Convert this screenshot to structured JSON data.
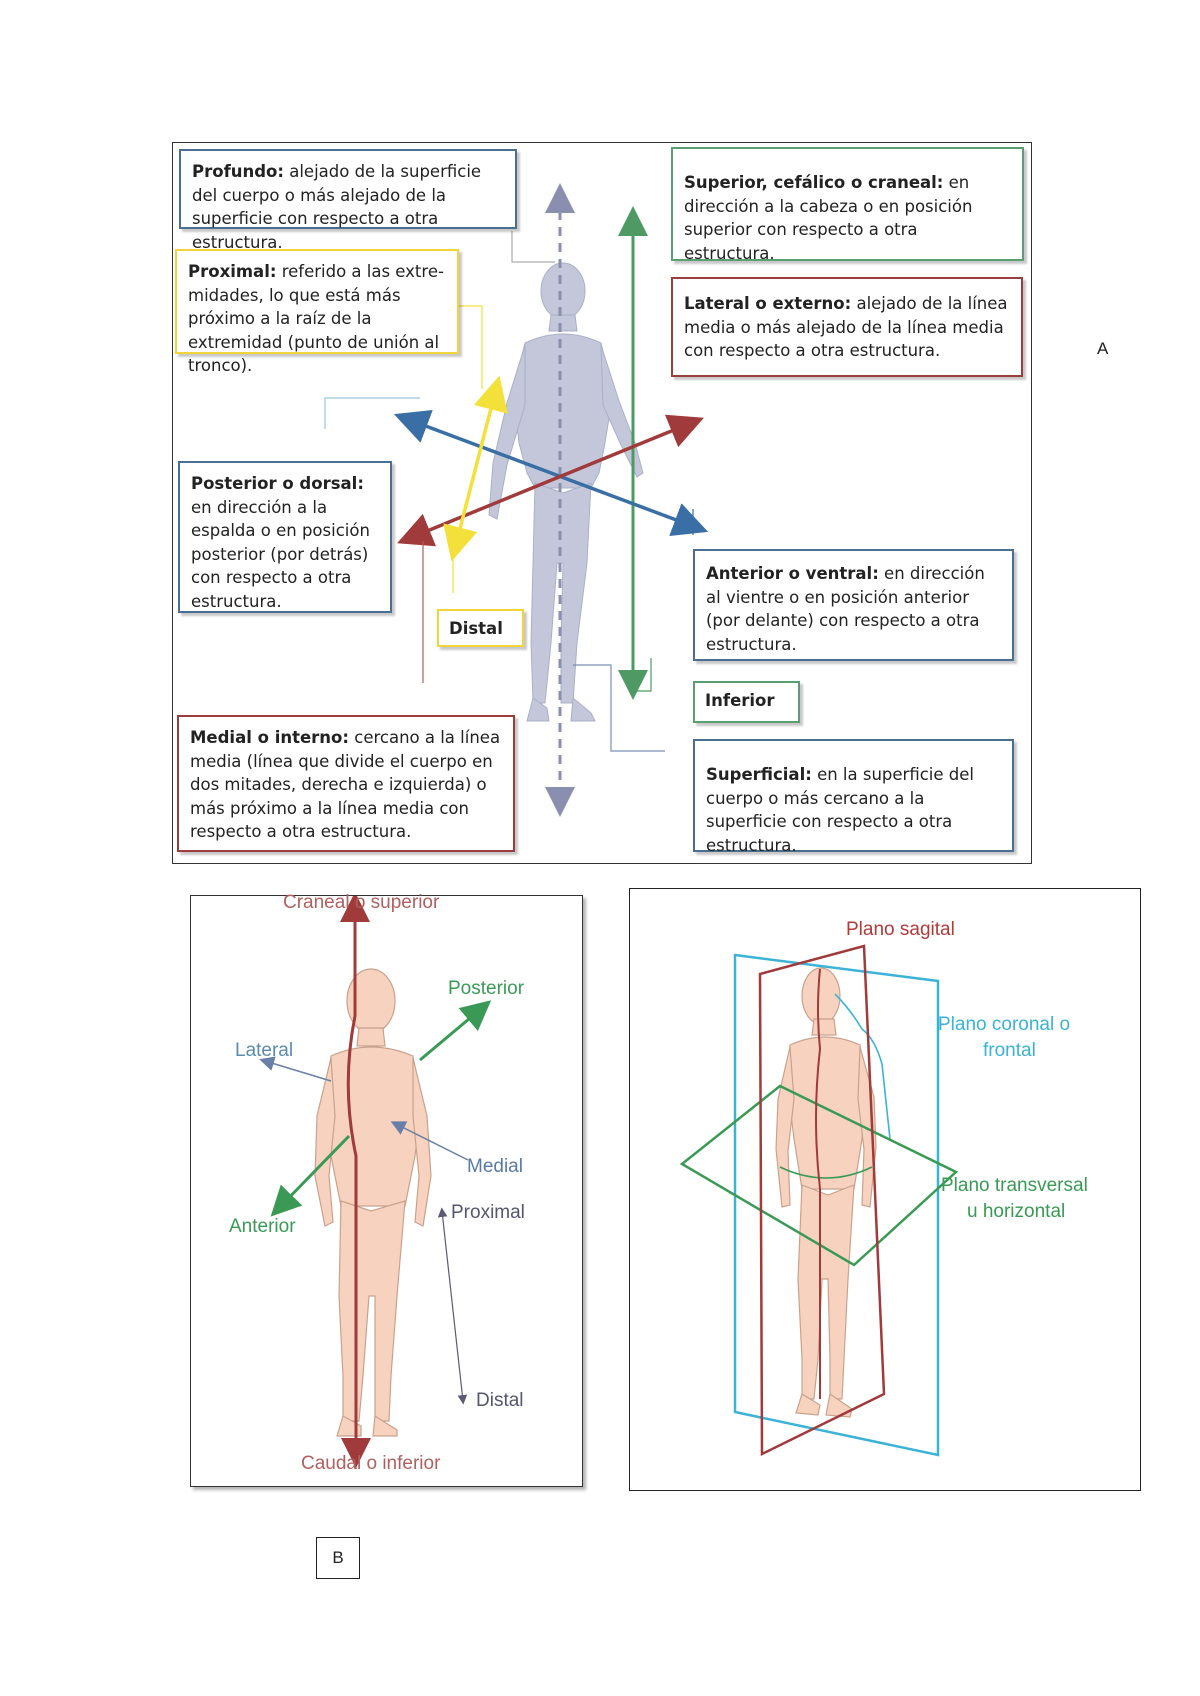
{
  "panel_a": {
    "labels": {
      "profundo": {
        "term": "Profundo:",
        "text": " alejado de la superficie del cuerpo o más alejado de la superficie con respecto a otra estructura."
      },
      "proximal": {
        "term": "Proximal:",
        "text": " referido a las extre­midades, lo que está más próxi­mo a la raíz de la extremidad (punto de unión al tronco)."
      },
      "posterior": {
        "term": "Posterior o dorsal:",
        "text": " en dirección a la espalda o en posición posterior (por detrás) con respecto a otra estructura."
      },
      "distal": {
        "term": "Distal"
      },
      "medial": {
        "term": "Medial o interno:",
        "text": " cercano a la línea media (línea que divide el cuerpo en dos mitades, derecha e izquierda) o más próximo a la línea media con respecto a otra estructura."
      },
      "superior": {
        "term": "Superior, cefálico o craneal:",
        "text": " en dirección a la cabeza o en posición superior con respecto a otra estructura."
      },
      "lateral": {
        "term": "Lateral o externo:",
        "text": " alejado de la línea media o más alejado de la línea media con respecto a otra estructura."
      },
      "anterior": {
        "term": "Anterior o ventral:",
        "text": " en dirección al vientre o en posición anterior (por delante) con respecto a otra estructura."
      },
      "inferior": {
        "term": "Inferior"
      },
      "superficial": {
        "term": "Superficial:",
        "text": " en la superficie del cuerpo o más cercano a la superficie con respecto a otra estructura."
      }
    },
    "letter": "A"
  },
  "panel_b": {
    "labels": {
      "craneal": "Craneal o superior",
      "posterior": "Posterior",
      "lateral": "Lateral",
      "medial": "Medial",
      "anterior": "Anterior",
      "proximal": "Proximal",
      "distal": "Distal",
      "caudal": "Caudal o inferior"
    },
    "letter": "B"
  },
  "panel_c": {
    "labels": {
      "sagital": "Plano sagital",
      "coronal_1": "Plano coronal o",
      "coronal_2": "frontal",
      "transversal_1": "Plano transversal",
      "transversal_2": "u horizontal"
    }
  },
  "colors": {
    "blue": "#3a6fa5",
    "yellow": "#f4e03a",
    "green": "#4f9a64",
    "red": "#a13a3a",
    "figure_a": "#c3c7d9",
    "skin": "#f6d2bf",
    "cyan": "#3bb3d6"
  }
}
